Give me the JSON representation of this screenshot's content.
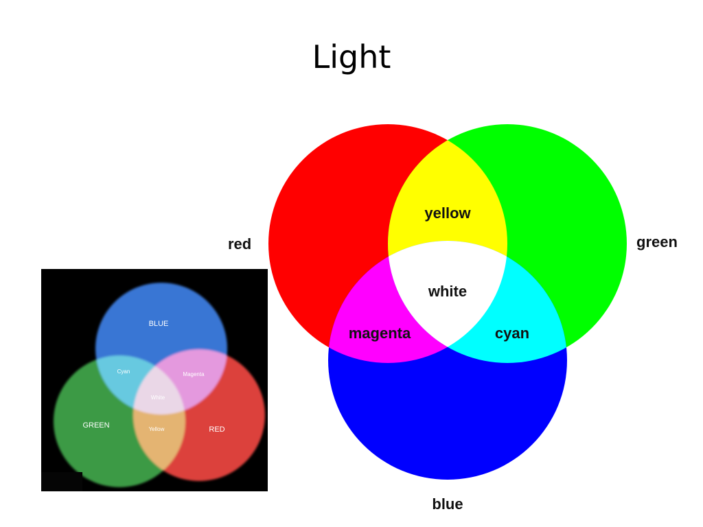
{
  "title": "Light",
  "diagram": {
    "circle_labels": {
      "red": "red",
      "green": "green",
      "blue": "blue"
    },
    "overlap_labels": {
      "yellow": "yellow",
      "magenta": "magenta",
      "cyan": "cyan",
      "white": "white"
    },
    "colors": {
      "red": "#ff0000",
      "green": "#00ff00",
      "blue": "#0000ff",
      "yellow": "#ffff00",
      "magenta": "#ff00ff",
      "cyan": "#00ffff",
      "white": "#ffffff"
    }
  },
  "photo": {
    "labels": {
      "blue": "BLUE",
      "green": "GREEN",
      "red": "RED",
      "cyan": "Cyan",
      "magenta": "Magenta",
      "white": "White",
      "yellow": "Yellow"
    },
    "colors": {
      "background": "#000000",
      "blue": "#3b7ce0",
      "green": "#3fa24a",
      "red": "#e8443f"
    }
  }
}
